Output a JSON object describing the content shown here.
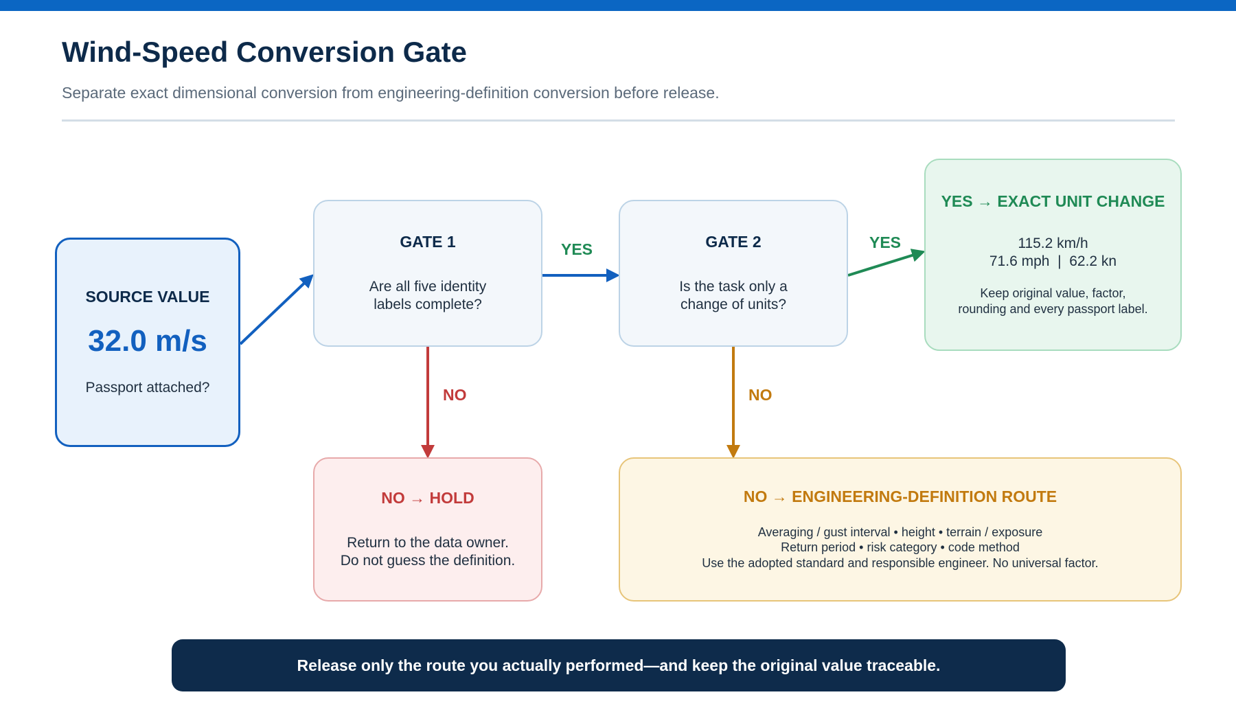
{
  "header": {
    "title": "Wind-Speed Conversion Gate",
    "subtitle": "Separate exact dimensional conversion from engineering-definition conversion before release."
  },
  "source": {
    "title": "SOURCE VALUE",
    "value": "32.0 m/s",
    "question": "Passport attached?"
  },
  "gate1": {
    "title": "GATE 1",
    "line1": "Are all five identity",
    "line2": "labels complete?"
  },
  "gate2": {
    "title": "GATE 2",
    "line1": "Is the task only a",
    "line2": "change of units?"
  },
  "exact": {
    "title": "YES → EXACT UNIT CHANGE",
    "line1": "115.2 km/h",
    "line2": "71.6 mph  |  62.2 kn",
    "note1": "Keep original value, factor,",
    "note2": "rounding and every passport label."
  },
  "hold": {
    "title": "NO → HOLD",
    "line1": "Return to the data owner.",
    "line2": "Do not guess the definition."
  },
  "engineering": {
    "title": "NO → ENGINEERING-DEFINITION ROUTE",
    "line1": "Averaging / gust interval • height • terrain / exposure",
    "line2": "Return period • risk category • code method",
    "line3": "Use the adopted standard and responsible engineer. No universal factor."
  },
  "labels": {
    "yes1": "YES",
    "yes2": "YES",
    "no1": "NO",
    "no2": "NO"
  },
  "footer": {
    "text": "Release only the route you actually performed—and keep the original value traceable."
  },
  "colors": {
    "accent_blue": "#1260bf",
    "yes_green": "#1f8a55",
    "no_red": "#c23b3b",
    "no_amber": "#c27a0f",
    "navy": "#0e2b4b"
  }
}
